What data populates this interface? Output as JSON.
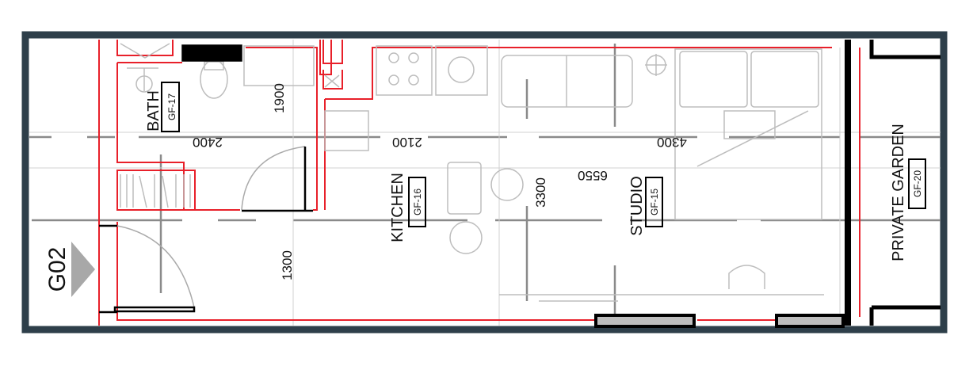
{
  "unit_id": "G02",
  "rooms": {
    "bath": {
      "name": "BATH",
      "code": "GF-17"
    },
    "kitchen": {
      "name": "KITCHEN",
      "code": "GF-16"
    },
    "studio": {
      "name": "STUDIO",
      "code": "GF-15"
    },
    "garden": {
      "name": "PRIVATE GARDEN",
      "code": "GF-20"
    }
  },
  "dimensions": {
    "bath_height": "1900",
    "bath_width": "2400",
    "kitchen_width": "2100",
    "studio_width": "4300",
    "overall_length": "6550",
    "studio_height": "3300",
    "entry_height": "1300"
  },
  "colors": {
    "frame": "#2e3f4a",
    "wall": "#e8202a",
    "furniture": "#bdbdbd",
    "gridline": "#8a8a8a"
  }
}
